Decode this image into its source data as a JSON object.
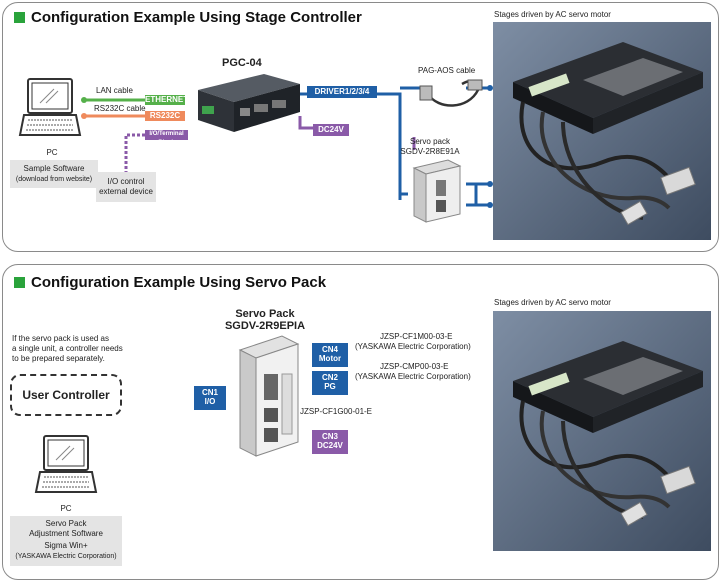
{
  "colors": {
    "accent_green": "#2aa33b",
    "line_blue": "#1f5fa6",
    "line_purple": "#8a5aa8",
    "line_green": "#55b04a",
    "line_orange": "#ef8a5c"
  },
  "panel1": {
    "title": "Configuration Example Using Stage Controller",
    "pc_label": "PC",
    "software_label": "Sample Software",
    "software_note": "(download from website)",
    "lan_cable": "LAN cable",
    "rs232c_cable": "RS232C cable",
    "ethernet_tag": "ETHERNET",
    "rs232c_tag": "RS232C",
    "io_tag": "I/O/Terminal Block",
    "io_device_line1": "I/O control",
    "io_device_line2": "external device",
    "controller_model": "PGC-04",
    "driver_tag": "DRIVER1/2/3/4",
    "dc_tag": "DC24V",
    "cable_label": "PAG-AOS cable",
    "servo_label_line1": "Servo pack",
    "servo_label_line2": "SGDV-2R8E91A",
    "stage_caption": "Stages driven by AC servo motor"
  },
  "panel2": {
    "title": "Configuration Example Using Servo Pack",
    "note_lines": [
      "If the servo pack is used as",
      "a single unit, a controller needs",
      "to be prepared separately."
    ],
    "user_controller": "User Controller",
    "pc_label": "PC",
    "software_lines": [
      "Servo Pack",
      "Adjustment Software",
      "Sigma Win+",
      "(YASKAWA Electric Corporation)"
    ],
    "servo_title_line1": "Servo Pack",
    "servo_title_line2": "SGDV-2R9EPIA",
    "cn1_line1": "CN1",
    "cn1_line2": "I/O",
    "cn4_line1": "CN4",
    "cn4_line2": "Motor",
    "cn2_line1": "CN2",
    "cn2_line2": "PG",
    "cn3_line1": "CN3",
    "cn3_line2": "DC24V",
    "cable_cn4_line1": "JZSP-CF1M00-03-E",
    "cable_cn4_line2": "(YASKAWA Electric Corporation)",
    "cable_cn2_line1": "JZSP-CMP00-03-E",
    "cable_cn2_line2": "(YASKAWA Electric Corporation)",
    "cable_cn3": "JZSP-CF1G00-01-E",
    "stage_caption": "Stages driven by AC servo motor"
  }
}
